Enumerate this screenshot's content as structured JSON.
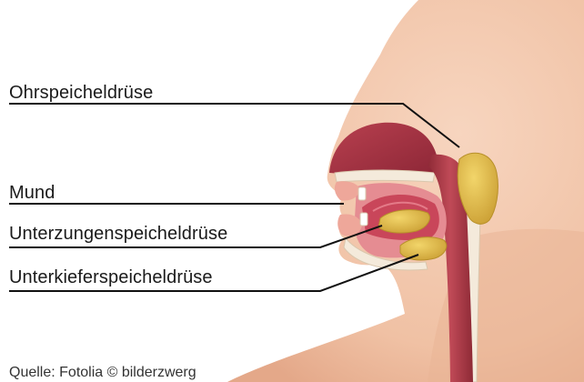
{
  "labels": {
    "ohrspeicheldruese": "Ohrspeicheldrüse",
    "mund": "Mund",
    "unterzungenspeicheldruese": "Unterzungenspeicheldrüse",
    "unterkieferspeicheldruese": "Unterkieferspeicheldrüse"
  },
  "credit": "Quelle: Fotolia © bilderzwerg",
  "colors": {
    "skin": "#f3c7ab",
    "skin_dark": "#e6a98a",
    "tissue": "#a8364a",
    "tissue_light": "#d36b7a",
    "gland": "#e1bd43",
    "gland_dark": "#b8902a",
    "bone": "#f4eadb",
    "leader_line": "#111111"
  }
}
